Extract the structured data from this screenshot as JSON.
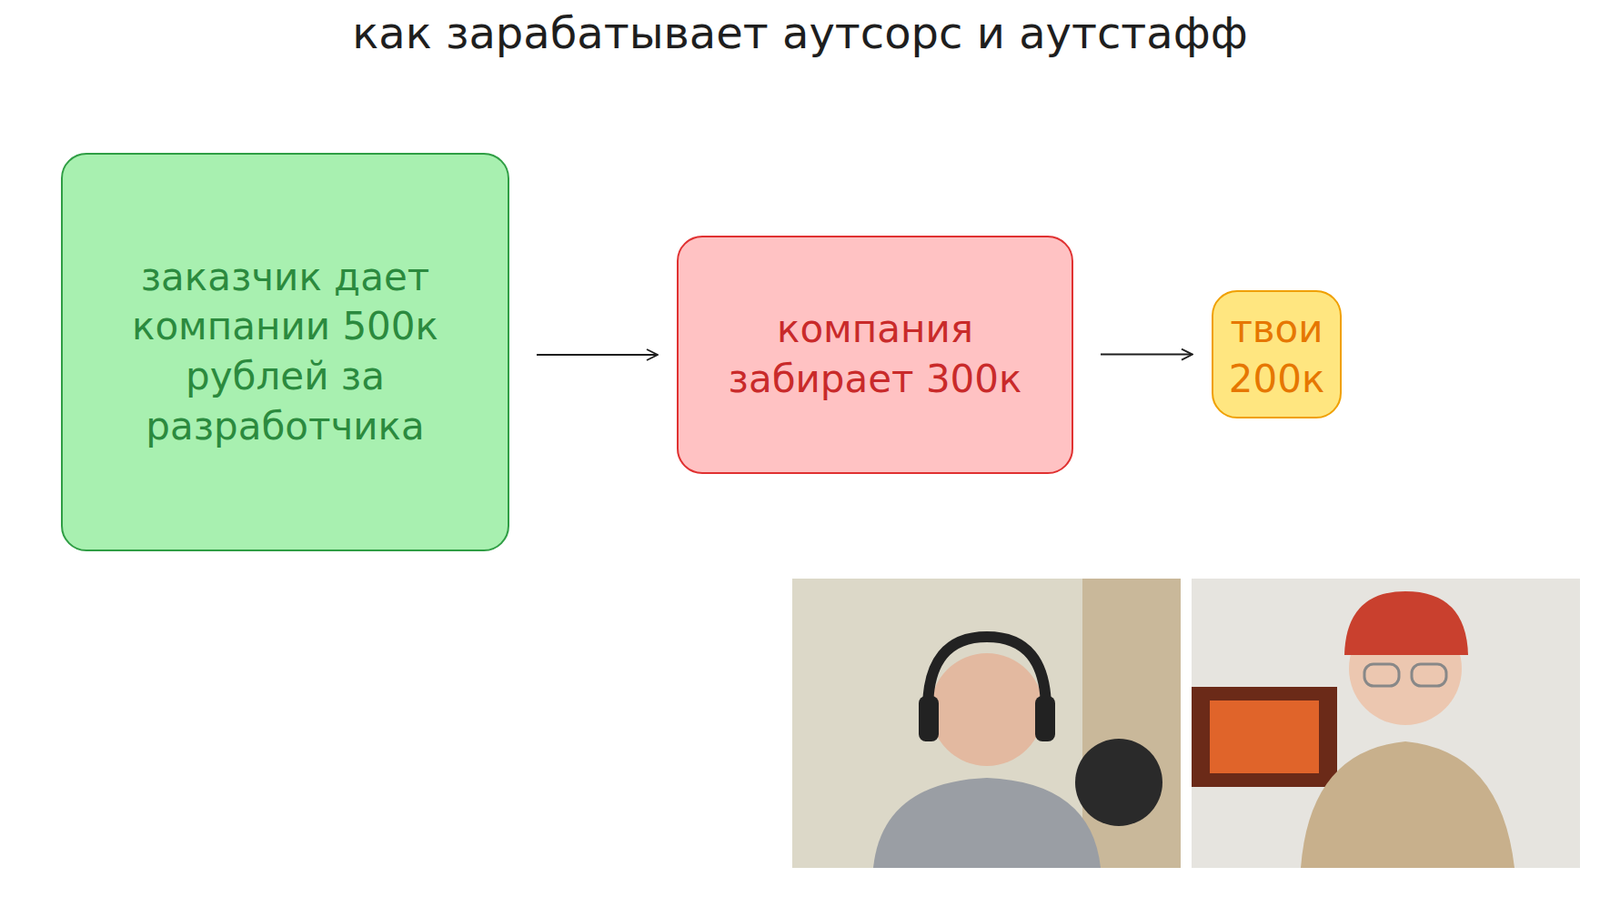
{
  "diagram": {
    "title": "как зарабатывает аутсорс и аутстафф",
    "nodes": [
      {
        "text": [
          "заказчик дает компании 500к рублей за разработчика"
        ]
      },
      {
        "text": [
          "компания забирает 300к"
        ]
      },
      {
        "text": [
          "твои 200к"
        ]
      }
    ],
    "edges": [
      {
        "from": 0,
        "to": 1,
        "arrow": "to"
      },
      {
        "from": 1,
        "to": 2,
        "arrow": "to"
      }
    ]
  }
}
